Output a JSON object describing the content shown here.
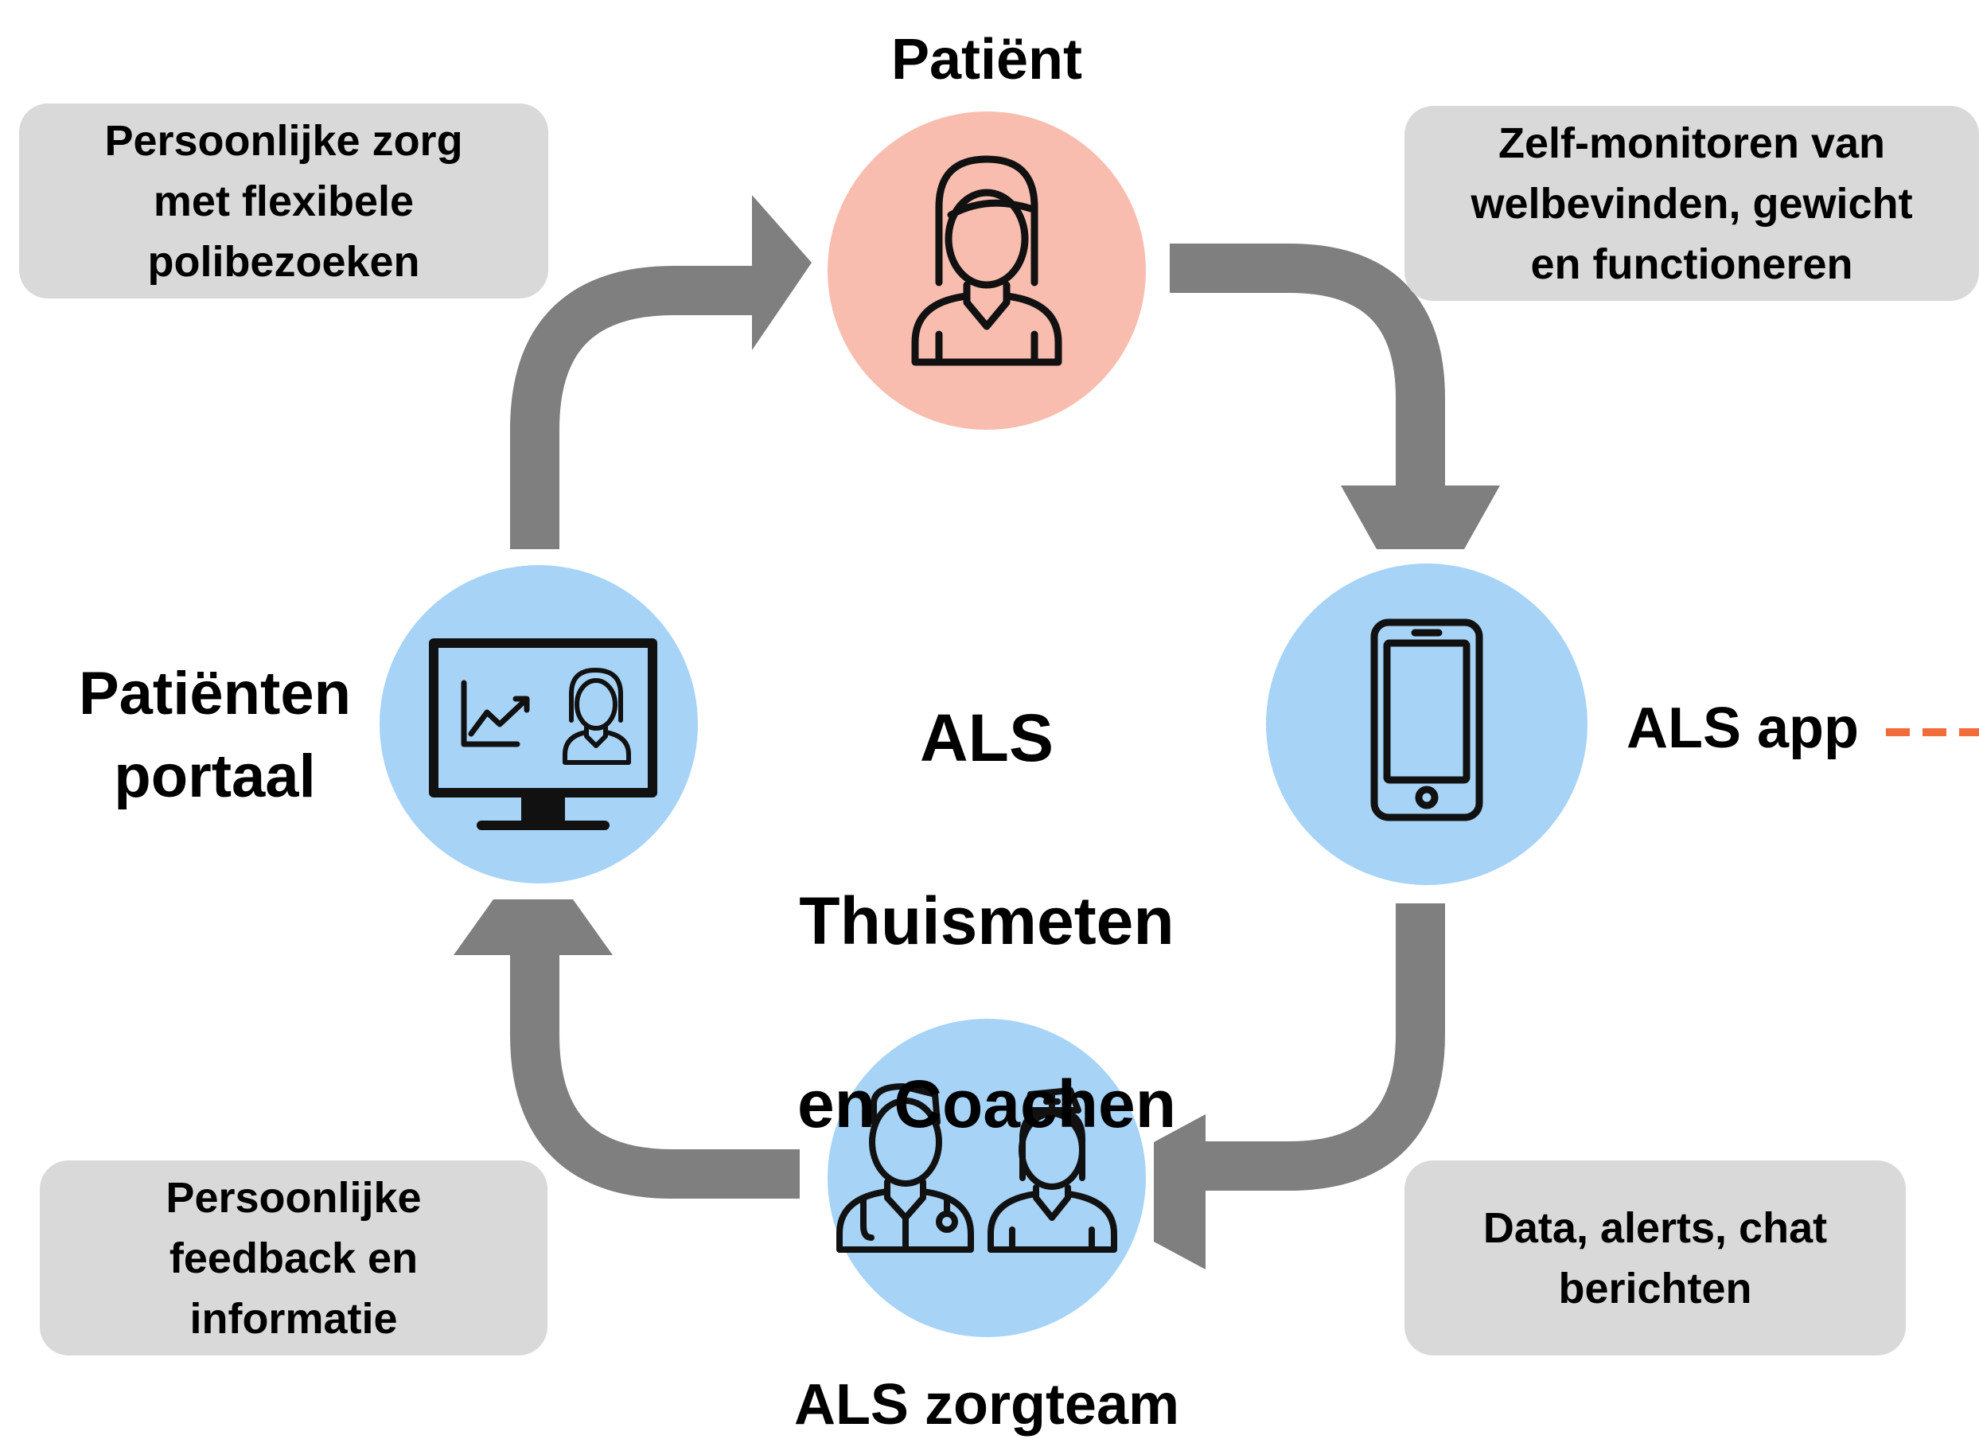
{
  "center_title": {
    "line1": "ALS",
    "line2": "Thuismeten",
    "line3": "en Coachen"
  },
  "nodes": {
    "patient": {
      "label": "Patiënt",
      "color": "#f9bdb0"
    },
    "app": {
      "label": "ALS app",
      "color": "#a6d3f6"
    },
    "team": {
      "label": "ALS zorgteam",
      "color": "#a6d3f6"
    },
    "portal": {
      "label": "Patiënten\nportaal",
      "color": "#a6d3f6"
    }
  },
  "boxes": {
    "top_left": "Persoonlijke zorg\nmet flexibele\npolibezoeken",
    "top_right": "Zelf-monitoren van\nwelbevinden, gewicht\nen functioneren",
    "bottom_left": "Persoonlijke\nfeedback en\ninformatie",
    "bottom_right": "Data, alerts, chat\nberichten"
  },
  "colors": {
    "arrow": "#7f7f7f",
    "box": "#d9d9d9",
    "dashed_connector": "#f26b3a"
  },
  "icons": [
    "woman-icon",
    "smartphone-icon",
    "doctor-icon",
    "nurse-icon",
    "monitor-chart-icon"
  ]
}
